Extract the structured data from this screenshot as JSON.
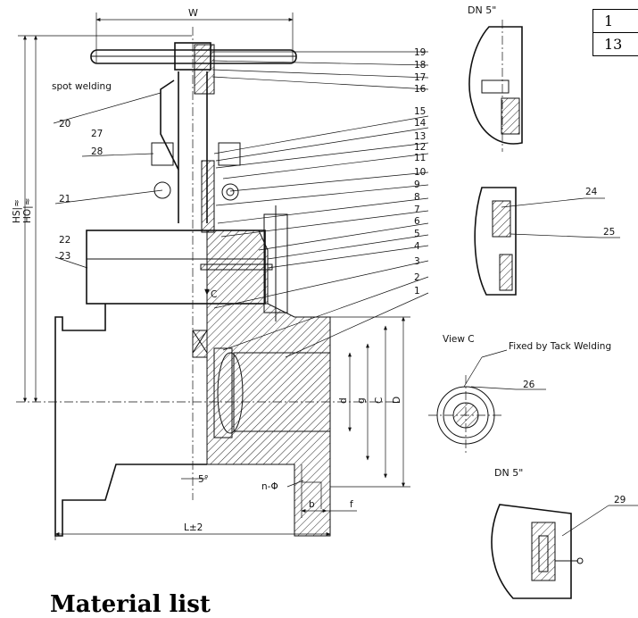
{
  "views": {
    "detail_top": "DN 5\"",
    "view_c": "View C",
    "detail_bottom": "DN 5\""
  },
  "notes": {
    "spot_welding": "spot welding",
    "tack_welding": "Fixed by Tack Welding"
  },
  "dimensions": {
    "w": "W",
    "hs": "HS|≈",
    "ho": "HO|≈",
    "c_arrow": "C",
    "d_small": "d",
    "g": "g",
    "c": "C",
    "d_big": "D",
    "n_phi": "n-Φ",
    "b": "b",
    "f": "f",
    "l": "L±2",
    "angle": "5°"
  },
  "parts": {
    "p1": "1",
    "p2": "2",
    "p3": "3",
    "p4": "4",
    "p5": "5",
    "p6": "6",
    "p7": "7",
    "p8": "8",
    "p9": "9",
    "p10": "10",
    "p11": "11",
    "p12": "12",
    "p13": "13",
    "p14": "14",
    "p15": "15",
    "p16": "16",
    "p17": "17",
    "p18": "18",
    "p19": "19",
    "p20": "20",
    "p21": "21",
    "p22": "22",
    "p23": "23",
    "p24": "24",
    "p25": "25",
    "p26": "26",
    "p27": "27",
    "p28": "28",
    "p29": "29"
  },
  "table": {
    "row1": "1",
    "row2": "13"
  },
  "footer": {
    "title": "Material list"
  }
}
